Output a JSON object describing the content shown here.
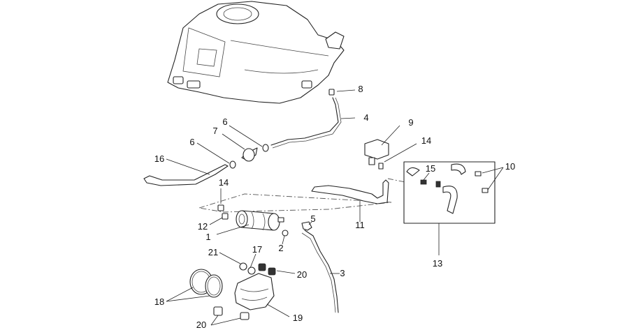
{
  "callouts": {
    "c1": "1",
    "c2": "2",
    "c3": "3",
    "c4": "4",
    "c5": "5",
    "c6a": "6",
    "c6b": "6",
    "c7": "7",
    "c8": "8",
    "c9": "9",
    "c10": "10",
    "c11": "11",
    "c12": "12",
    "c13": "13",
    "c14a": "14",
    "c14b": "14",
    "c15": "15",
    "c16": "16",
    "c17": "17",
    "c18": "18",
    "c19": "19",
    "c20a": "20",
    "c20b": "20",
    "c21": "21"
  }
}
